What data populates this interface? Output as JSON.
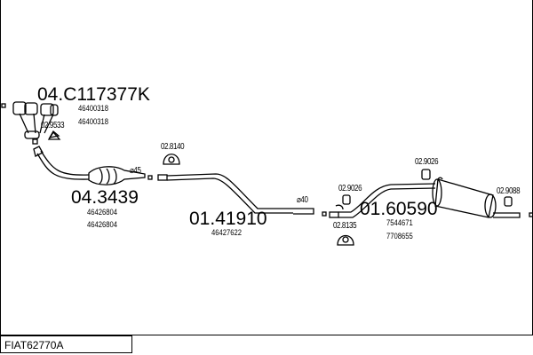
{
  "diagram_title": "FIAT62770A",
  "parts": [
    {
      "code": "04.C117377K",
      "oem": [
        "46400318",
        "46400318"
      ]
    },
    {
      "code": "04.3439",
      "oem": [
        "46426804",
        "46426804"
      ]
    },
    {
      "code": "01.41910",
      "oem": [
        "46427622"
      ]
    },
    {
      "code": "01.60590",
      "oem": [
        "7544671",
        "7708655"
      ]
    }
  ],
  "mounts": [
    "02.9533",
    "02.8140",
    "02.9026",
    "02.8135",
    "02.9026",
    "02.9088"
  ],
  "diameters": [
    "⌀45",
    "⌀40"
  ]
}
